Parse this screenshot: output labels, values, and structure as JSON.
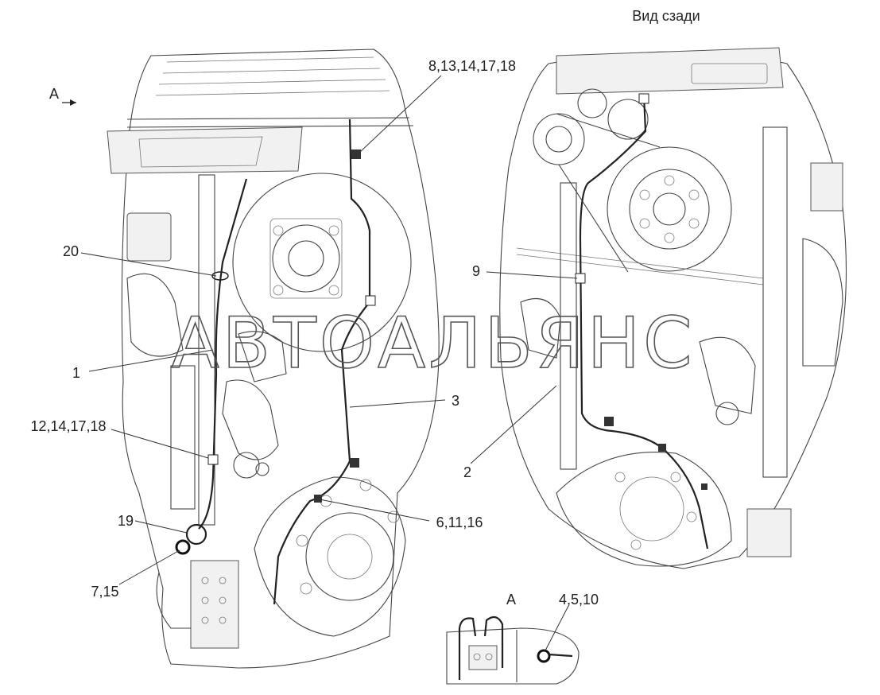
{
  "view_titles": {
    "rear_view": "Вид сзади",
    "arrow_a": "А",
    "detail_a": "А"
  },
  "watermark": "АВТОАЛЬЯНС",
  "callouts": {
    "c_8_13_14_17_18": "8,13,14,17,18",
    "c_20": "20",
    "c_9": "9",
    "c_1": "1",
    "c_3": "3",
    "c_12_14_17_18": "12,14,17,18",
    "c_2": "2",
    "c_19": "19",
    "c_6_11_16": "6,11,16",
    "c_7_15": "7,15",
    "c_4_5_10": "4,5,10"
  },
  "colors": {
    "line": "#444444",
    "hose": "#222222",
    "background": "#ffffff"
  }
}
